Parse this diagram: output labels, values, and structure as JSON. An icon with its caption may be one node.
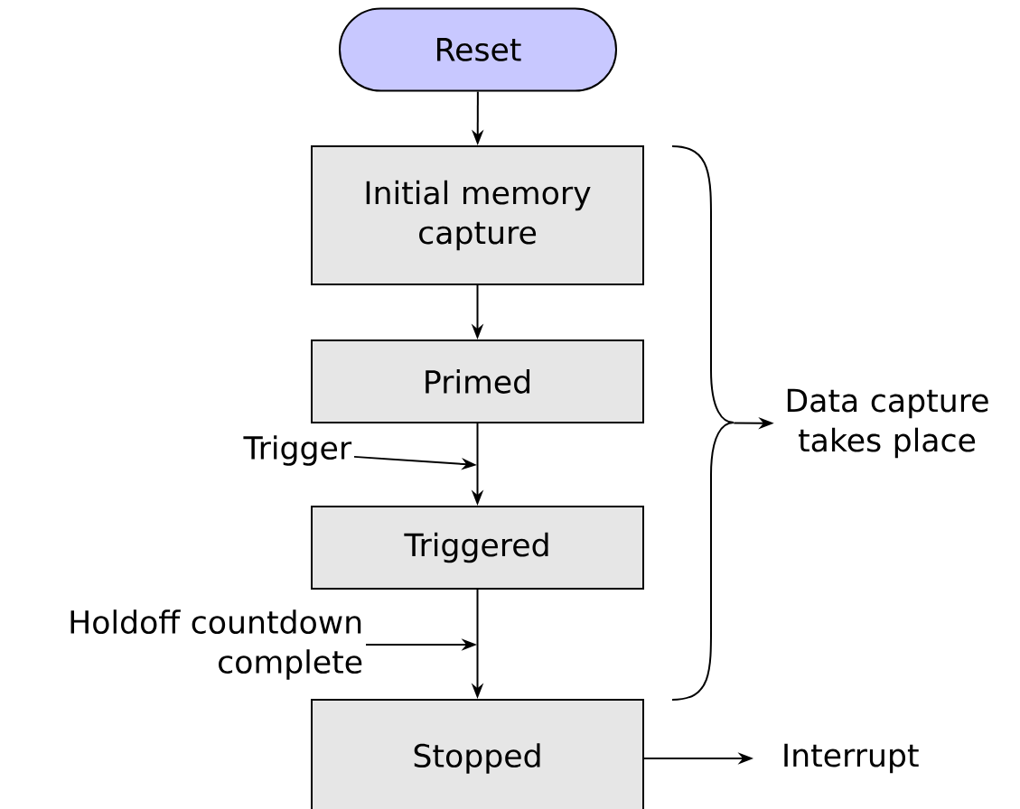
{
  "diagram": {
    "nodes": [
      {
        "text": [
          "Reset"
        ]
      },
      {
        "text": [
          "Initial memory capture"
        ]
      },
      {
        "text": [
          "Primed"
        ]
      },
      {
        "text": [
          "Triggered"
        ]
      },
      {
        "text": [
          "Stopped"
        ]
      },
      {
        "text": [
          "Trigger"
        ]
      },
      {
        "text": [
          "Holdoff countdown complete"
        ]
      },
      {
        "text": [
          "Interrupt"
        ]
      },
      {
        "text": [
          "Data capture takes place"
        ]
      },
      {
        "text": [],
        "shape": "brace"
      }
    ],
    "edges": [
      {
        "from": 0,
        "to": 1,
        "arrow": "to"
      },
      {
        "from": 1,
        "to": 2,
        "arrow": "to"
      },
      {
        "from": 2,
        "to": 3,
        "arrow": "to"
      },
      {
        "from": 3,
        "to": 4,
        "arrow": "to"
      },
      {
        "from": 5,
        "to": null,
        "arrow": "to"
      },
      {
        "from": 6,
        "to": null,
        "arrow": "to"
      },
      {
        "from": 4,
        "to": 7,
        "arrow": "to"
      },
      {
        "from": 9,
        "to": 8,
        "arrow": "to"
      }
    ]
  }
}
